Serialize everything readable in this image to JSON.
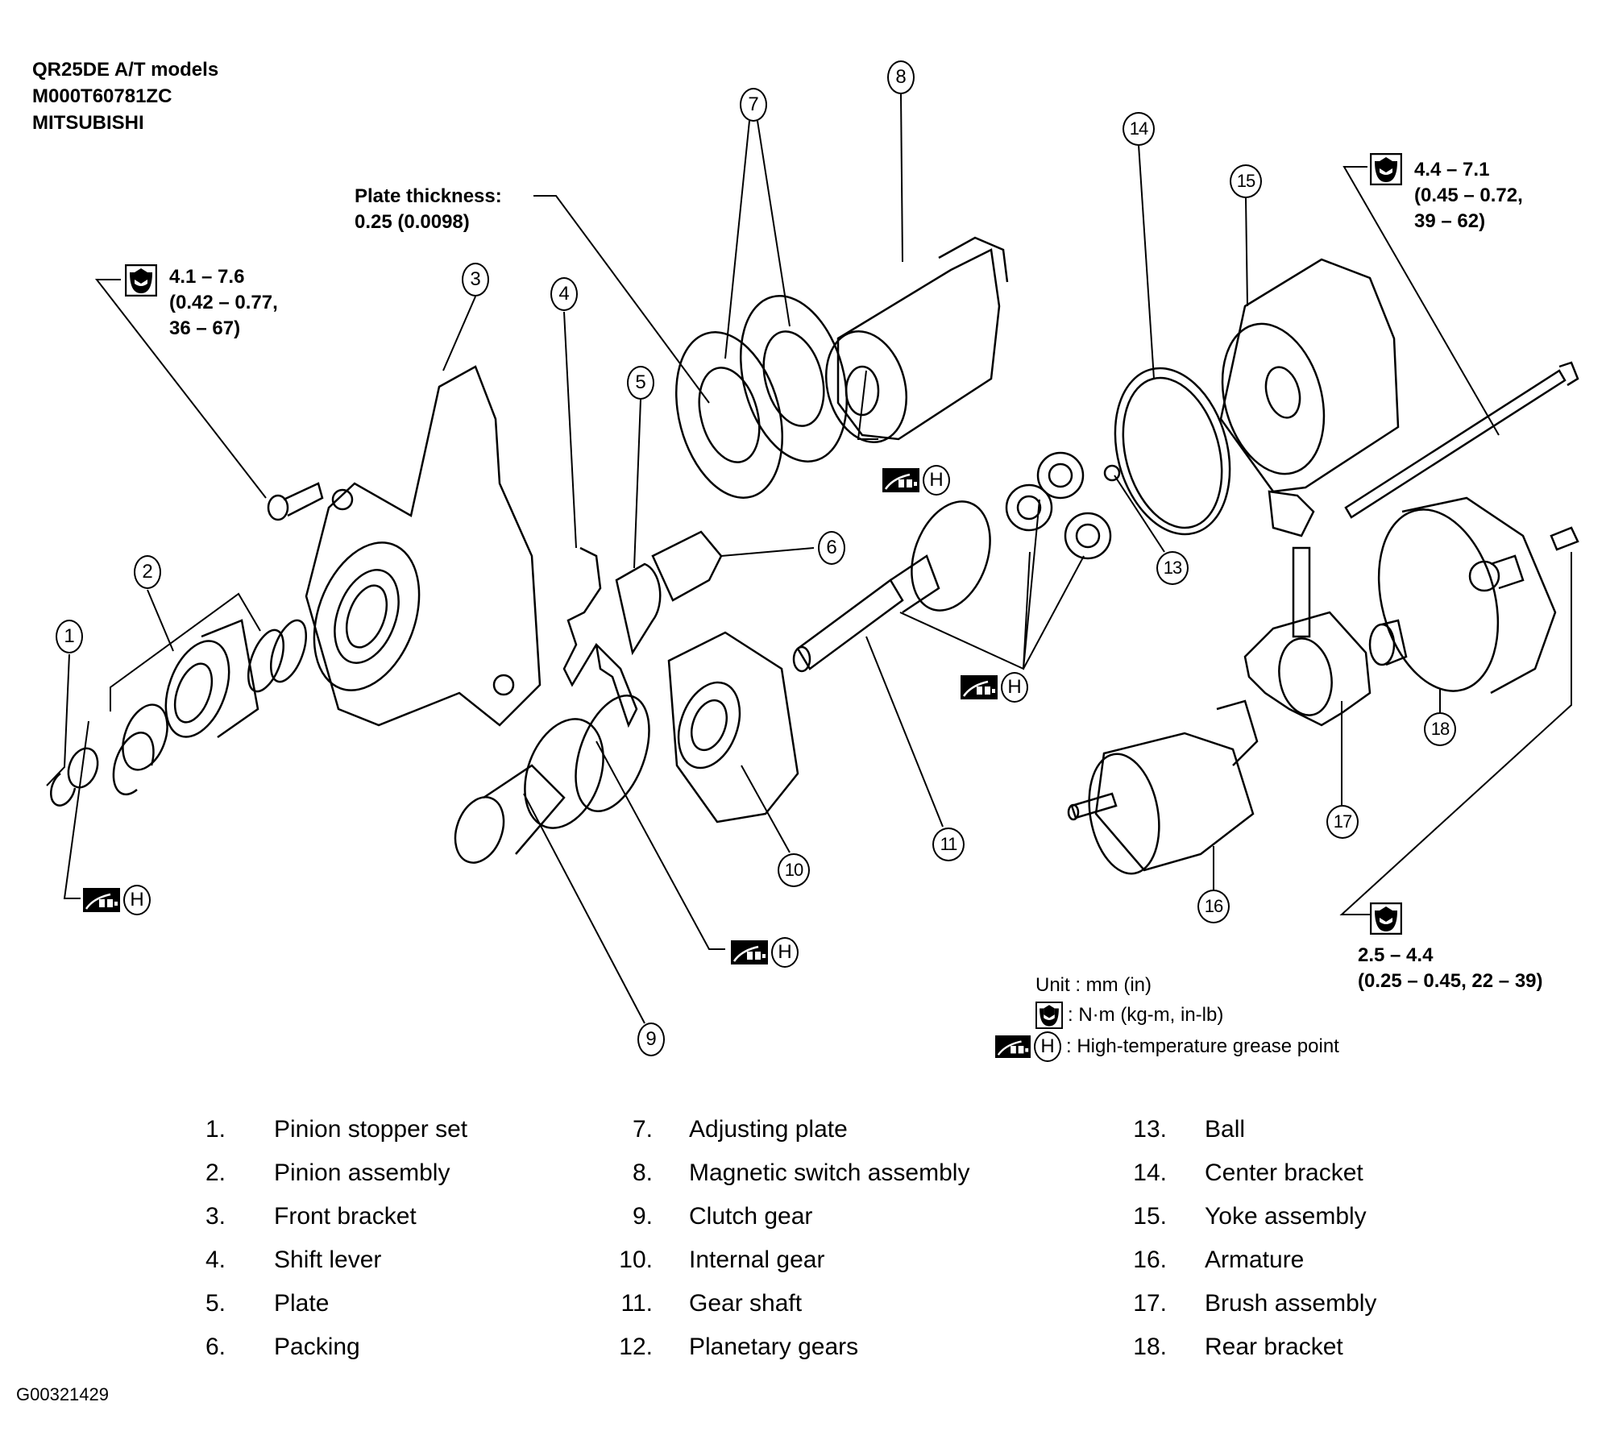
{
  "header": {
    "lines": [
      "QR25DE A/T models",
      "M000T60781ZC",
      "MITSUBISHI"
    ]
  },
  "figure_id": "G00321429",
  "annotations": {
    "plate_thickness": {
      "label": "Plate thickness:",
      "value": "0.25 (0.0098)"
    },
    "torque_front_bolt": {
      "icon": "torque-wrench-icon",
      "lines": [
        "4.1 – 7.6",
        "(0.42 – 0.77,",
        "36 – 67)"
      ]
    },
    "torque_through_bolt": {
      "icon": "torque-wrench-icon",
      "lines": [
        "4.4 – 7.1",
        "(0.45 – 0.72,",
        "39 – 62)"
      ]
    },
    "torque_rear_screw": {
      "icon": "torque-wrench-icon",
      "lines": [
        "2.5 – 4.4",
        "(0.25 – 0.45, 22 – 39)"
      ]
    },
    "grease_symbol_letter": "H"
  },
  "callouts": [
    "1",
    "2",
    "3",
    "4",
    "5",
    "6",
    "7",
    "8",
    "9",
    "10",
    "11",
    "13",
    "14",
    "15",
    "16",
    "17",
    "18"
  ],
  "legend": {
    "unit": "Unit : mm (in)",
    "torque": ": N·m (kg-m, in-lb)",
    "grease": ": High-temperature grease point"
  },
  "parts_list": [
    {
      "num": "1.",
      "name": "Pinion stopper set"
    },
    {
      "num": "2.",
      "name": "Pinion assembly"
    },
    {
      "num": "3.",
      "name": "Front bracket"
    },
    {
      "num": "4.",
      "name": "Shift lever"
    },
    {
      "num": "5.",
      "name": "Plate"
    },
    {
      "num": "6.",
      "name": "Packing"
    },
    {
      "num": "7.",
      "name": "Adjusting plate"
    },
    {
      "num": "8.",
      "name": "Magnetic switch assembly"
    },
    {
      "num": "9.",
      "name": "Clutch gear"
    },
    {
      "num": "10.",
      "name": "Internal gear"
    },
    {
      "num": "11.",
      "name": "Gear shaft"
    },
    {
      "num": "12.",
      "name": "Planetary gears"
    },
    {
      "num": "13.",
      "name": "Ball"
    },
    {
      "num": "14.",
      "name": "Center bracket"
    },
    {
      "num": "15.",
      "name": "Yoke assembly"
    },
    {
      "num": "16.",
      "name": "Armature"
    },
    {
      "num": "17.",
      "name": "Brush assembly"
    },
    {
      "num": "18.",
      "name": "Rear bracket"
    }
  ]
}
